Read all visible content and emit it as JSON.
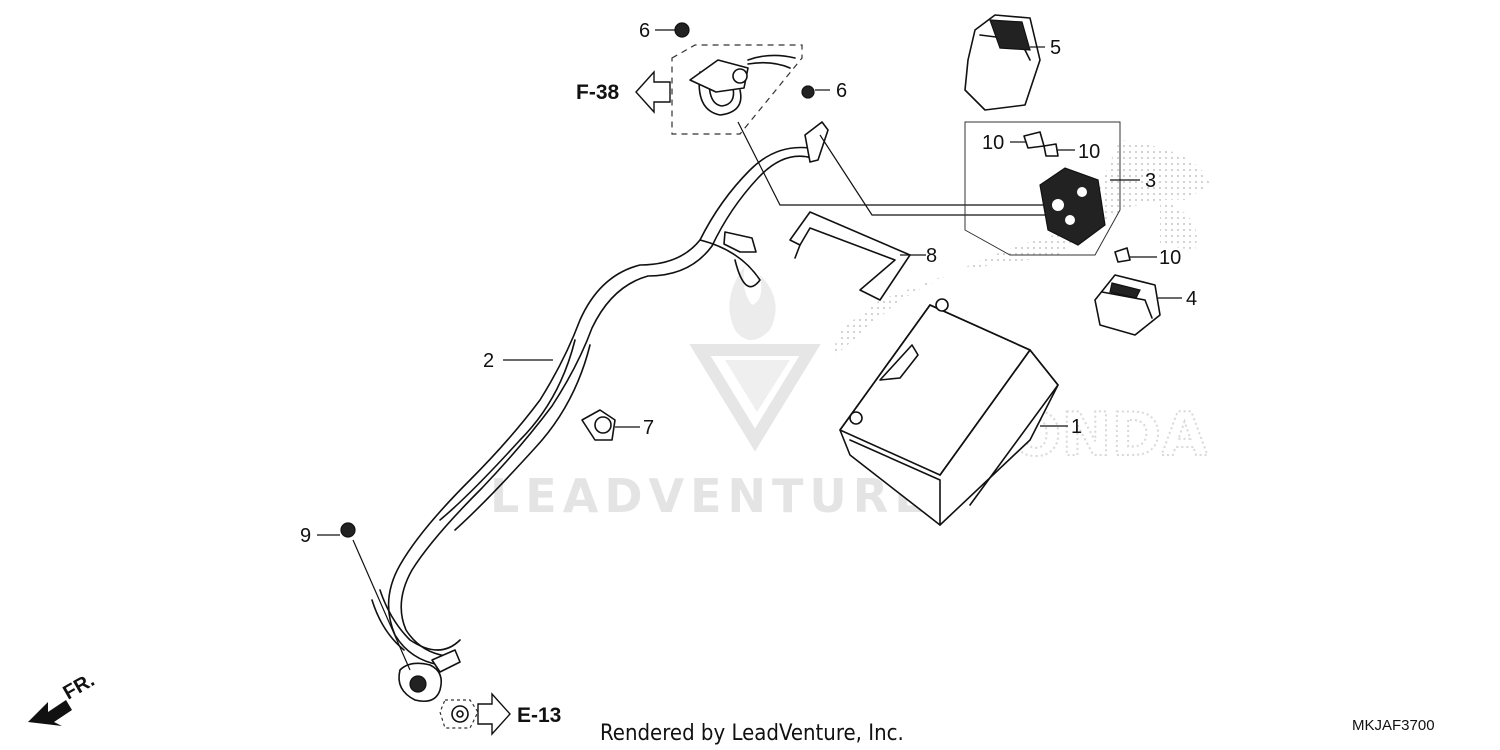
{
  "callouts": {
    "c1": "1",
    "c2": "2",
    "c3": "3",
    "c4": "4",
    "c5": "5",
    "c6a": "6",
    "c6b": "6",
    "c7": "7",
    "c8": "8",
    "c9": "9",
    "c10a": "10",
    "c10b": "10",
    "c10c": "10"
  },
  "section_refs": {
    "f38": "F-38",
    "e13": "E-13"
  },
  "direction": {
    "front": "FR."
  },
  "watermark": {
    "text": "LEADVENTURE",
    "brand": "HONDA"
  },
  "footer": {
    "credit": "Rendered by LeadVenture, Inc.",
    "code": "MKJAF3700"
  },
  "icons": {
    "front_arrow": "front-direction-arrow-icon",
    "ref_arrow": "reference-arrow-icon",
    "watermark_logo": "leadventure-logo-icon"
  },
  "colors": {
    "line": "#111111",
    "watermark": "#e4e4e4",
    "background": "#ffffff"
  }
}
